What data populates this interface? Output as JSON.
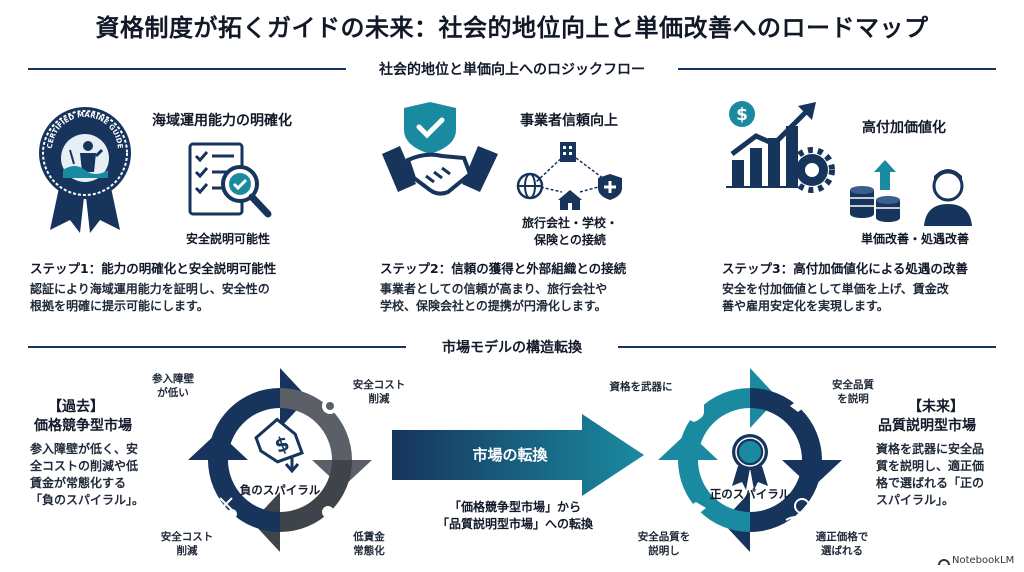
{
  "title": "資格制度が拓くガイドの未来：社会的地位向上と単価改善へのロードマップ",
  "section_logic": "社会的地位と単価向上へのロジックフロー",
  "section_market": "市場モデルの構造転換",
  "steps": [
    {
      "heading": "海域運用能力の明確化",
      "badge_text": "CERTIFIED MARINE GUIDE",
      "caption": "安全説明可能性",
      "step_title": "ステップ1：能力の明確化と安全説明可能性",
      "desc_line1": "認証により海域運用能力を証明し、安全性の",
      "desc_line2": "根拠を明確に提示可能にします。"
    },
    {
      "heading": "事業者信頼向上",
      "caption_line1": "旅行会社・学校・",
      "caption_line2": "保険との接続",
      "step_title": "ステップ2：信頼の獲得と外部組織との接続",
      "desc_line1": "事業者としての信頼が高まり、旅行会社や",
      "desc_line2": "学校、保険会社との提携が円滑化します。"
    },
    {
      "heading": "高付加価値化",
      "caption": "単価改善・処遇改善",
      "step_title": "ステップ3：高付加価値化による処遇の改善",
      "desc_line1": "安全を付加価値として単価を上げ、賃金改",
      "desc_line2": "善や雇用安定化を実現します。"
    }
  ],
  "past": {
    "label": "【過去】",
    "title": "価格競争型市場",
    "desc": [
      "参入障壁が低く、安",
      "全コストの削減や低",
      "賃金が常態化する",
      "「負のスパイラル」。"
    ],
    "center": "負のスパイラル",
    "nodes": {
      "top_left": [
        "参入障壁",
        "が低い"
      ],
      "top_right": [
        "安全コスト",
        "削減"
      ],
      "bottom_right": [
        "低賃金",
        "常態化"
      ],
      "bottom_left": [
        "安全コスト",
        "削減"
      ]
    }
  },
  "transition": {
    "arrow_label": "市場の転換",
    "caption_line1": "「価格競争型市場」から",
    "caption_line2": "「品質説明型市場」への転換"
  },
  "future": {
    "label": "【未来】",
    "title": "品質説明型市場",
    "desc": [
      "資格を武器に安全品",
      "質を説明し、適正価",
      "格で選ばれる「正の",
      "スパイラル」。"
    ],
    "center": "正のスパイラル",
    "nodes": {
      "top_left": [
        "資格を武器に"
      ],
      "top_right": [
        "安全品質",
        "を説明"
      ],
      "bottom_right": [
        "適正価格で",
        "選ばれる"
      ],
      "bottom_left": [
        "安全品質を",
        "説明し"
      ]
    }
  },
  "brand": "NotebookLM",
  "colors": {
    "navy": "#16345c",
    "teal": "#1a8aa0",
    "gray": "#5b6068",
    "dark_gray": "#3f434a"
  }
}
